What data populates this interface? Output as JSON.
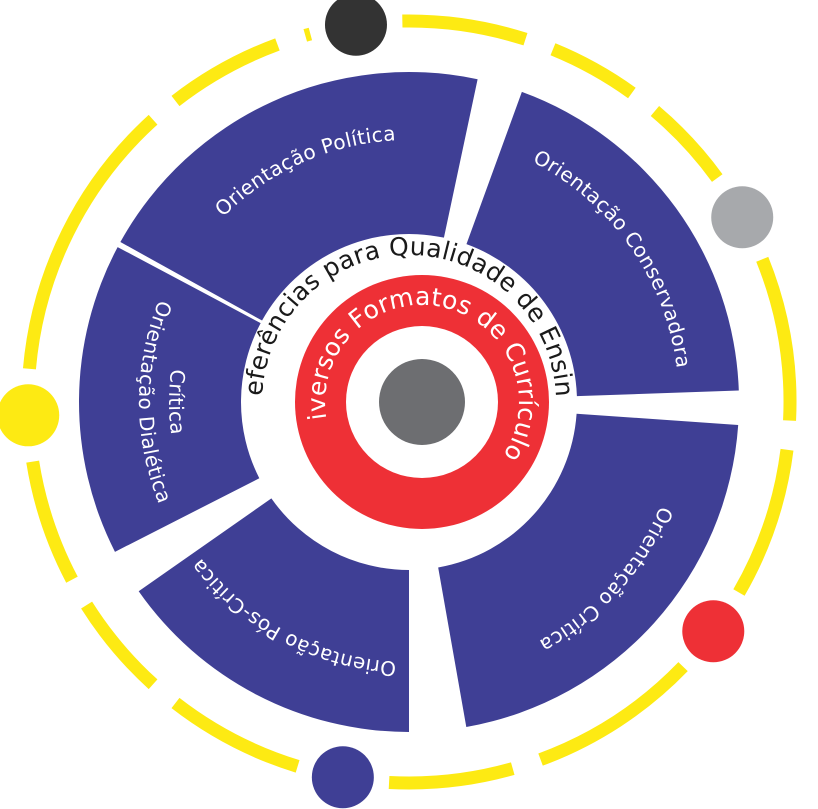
{
  "colors": {
    "outer_ring": "#fdea13",
    "segments": "#3f3f95",
    "core": "#ee3036",
    "center_dot": "#6d6e71"
  },
  "core_label": "Diversos Formatos de Currículos",
  "ring_label": "Referências para Qualidade de Ensino",
  "segments": [
    {
      "label": "Orientação Política"
    },
    {
      "label": "Orientação Conservadora"
    },
    {
      "label": "Orientação Crítica"
    },
    {
      "label": "Orientação Pós-Crítica"
    },
    {
      "label": "Orientação Dialética Crítica",
      "lines": [
        "Orientação Dialética",
        "Crítica"
      ]
    }
  ],
  "dots": [
    {
      "name": "black-dot",
      "color": "#333333"
    },
    {
      "name": "gray-dot",
      "color": "#a7a9ac"
    },
    {
      "name": "red-dot",
      "color": "#ee3036"
    },
    {
      "name": "navy-dot",
      "color": "#3f3f95"
    },
    {
      "name": "yellow-dot",
      "color": "#fdea13"
    }
  ]
}
